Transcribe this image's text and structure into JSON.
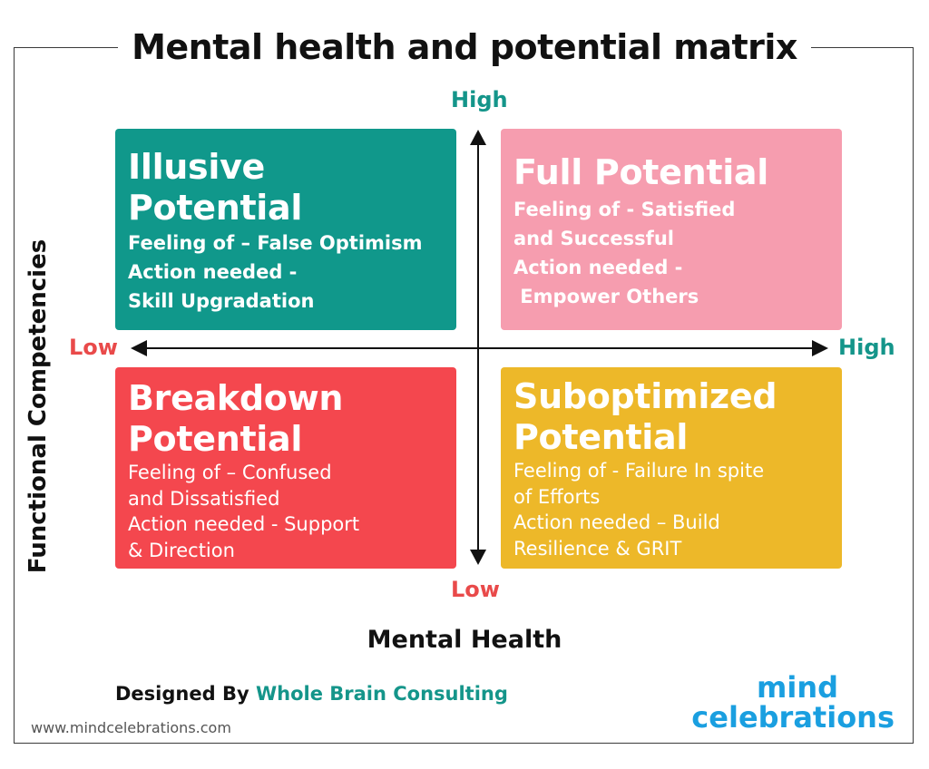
{
  "title": "Mental health and potential matrix",
  "y_axis": {
    "label": "Functional Competencies",
    "high": "High",
    "low": "Low"
  },
  "x_axis": {
    "label": "Mental Health",
    "low": "Low",
    "high": "High"
  },
  "quadrants": {
    "top_left": {
      "title": [
        "Illusive",
        "Potential"
      ],
      "lines": [
        "Feeling of – False Optimism",
        "Action needed -",
        "Skill Upgradation"
      ],
      "color": "#10988b"
    },
    "top_right": {
      "title": [
        "Full Potential"
      ],
      "lines": [
        "Feeling of - Satisfied",
        "and Successful",
        "Action needed -",
        " Empower Others"
      ],
      "color": "#f69daf"
    },
    "bottom_left": {
      "title": [
        "Breakdown",
        "Potential"
      ],
      "lines": [
        "Feeling of – Confused",
        "and Dissatisfied",
        "Action needed - Support",
        "& Direction"
      ],
      "color": "#f4474e"
    },
    "bottom_right": {
      "title": [
        "Suboptimized",
        "Potential"
      ],
      "lines": [
        "Feeling of - Failure In spite",
        "of Efforts",
        "Action needed – Build",
        "Resilience & GRIT"
      ],
      "color": "#edb829"
    }
  },
  "footer": {
    "designed_by": "Designed By",
    "designer": "Whole Brain Consulting",
    "website": "www.mindcelebrations.com",
    "logo_line1": "mind",
    "logo_line2": "celebrations"
  },
  "colors": {
    "high_label": "#14958a",
    "low_label": "#e94a4a",
    "logo": "#1a9fe0"
  }
}
